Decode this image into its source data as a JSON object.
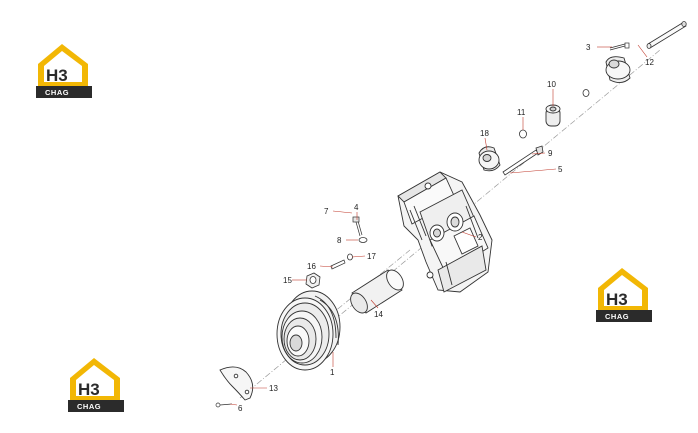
{
  "brand": {
    "logo_top": "H3",
    "logo_bottom": "CHAG",
    "colors": {
      "roof": "#f2b705",
      "dark": "#2b2b2b",
      "light": "#ffffff"
    }
  },
  "callouts": [
    {
      "id": "c3",
      "text": "3"
    },
    {
      "id": "c12",
      "text": "12"
    },
    {
      "id": "c10",
      "text": "10"
    },
    {
      "id": "c11",
      "text": "11"
    },
    {
      "id": "c18",
      "text": "18"
    },
    {
      "id": "c9",
      "text": "9"
    },
    {
      "id": "c5",
      "text": "5"
    },
    {
      "id": "c7",
      "text": "7"
    },
    {
      "id": "c4",
      "text": "4"
    },
    {
      "id": "c2",
      "text": "2"
    },
    {
      "id": "c8",
      "text": "8"
    },
    {
      "id": "c16",
      "text": "16"
    },
    {
      "id": "c17",
      "text": "17"
    },
    {
      "id": "c15",
      "text": "15"
    },
    {
      "id": "c14",
      "text": "14"
    },
    {
      "id": "c1",
      "text": "1"
    },
    {
      "id": "c13",
      "text": "13"
    },
    {
      "id": "c6",
      "text": "6"
    }
  ]
}
